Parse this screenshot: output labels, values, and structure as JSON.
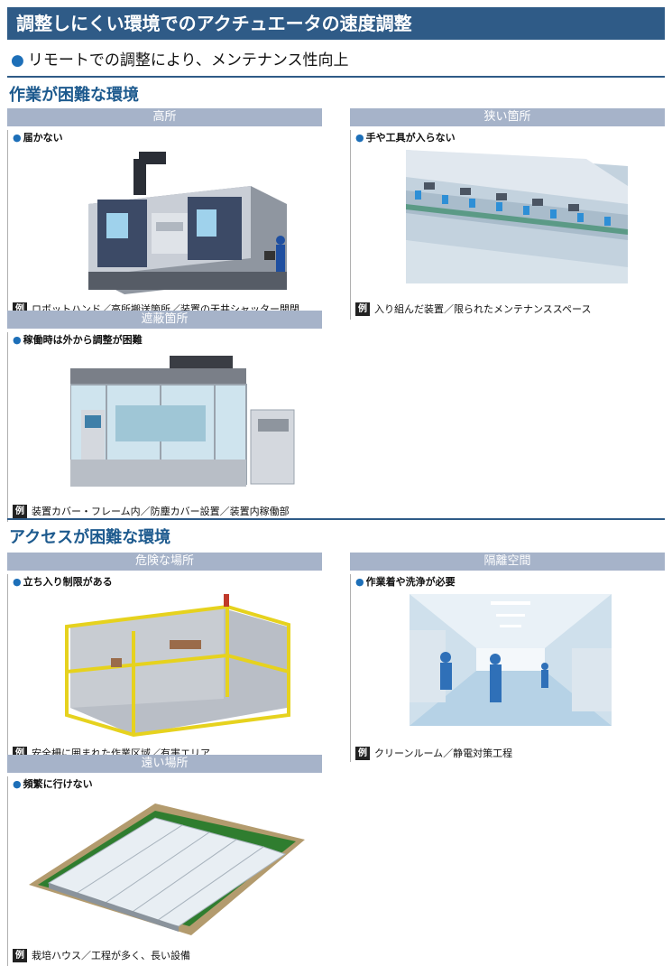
{
  "header": {
    "title": "調整しにくい環境でのアクチュエータの速度調整",
    "subtitle_bullet": "●",
    "subtitle": "リモートでの調整により、メンテナンス性向上"
  },
  "sections": [
    {
      "title": "作業が困難な環境",
      "cards": [
        {
          "head": "高所",
          "bullet": "届かない",
          "example": "ロボットハンド／高所搬送箇所／装置の天井シャッター開閉"
        },
        {
          "head": "狭い箇所",
          "bullet": "手や工具が入らない",
          "example": "入り組んだ装置／限られたメンテナンススペース"
        },
        {
          "head": "遮蔽箇所",
          "bullet": "稼働時は外から調整が困難",
          "example": "装置カバー・フレーム内／防塵カバー設置／装置内稼働部"
        }
      ]
    },
    {
      "title": "アクセスが困難な環境",
      "cards": [
        {
          "head": "危険な場所",
          "bullet": "立ち入り制限がある",
          "example": "安全柵に囲まれた作業区域／有害エリア"
        },
        {
          "head": "隔離空間",
          "bullet": "作業着や洗浄が必要",
          "example": "クリーンルーム／静電対策工程"
        },
        {
          "head": "遠い場所",
          "bullet": "頻繁に行けない",
          "example": "栽培ハウス／工程が多く、長い設備"
        }
      ]
    }
  ],
  "example_badge": "例",
  "bullet_mark": "●",
  "colors": {
    "title_bar": "#2f5b87",
    "card_head": "#a6b3c9",
    "accent": "#1d6fb8",
    "section_text": "#1d5a8e"
  }
}
